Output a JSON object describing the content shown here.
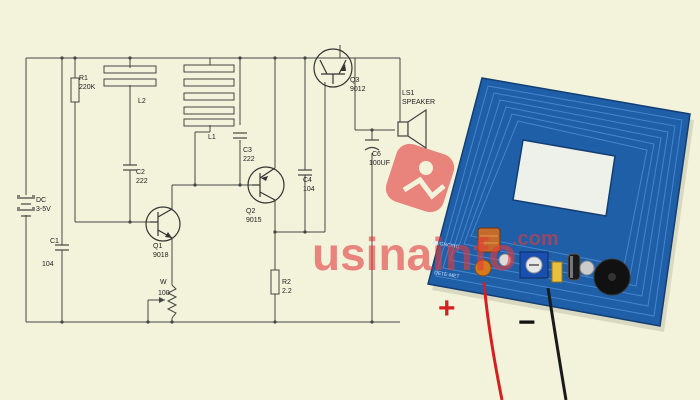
{
  "schematic": {
    "dc_source": {
      "name": "DC",
      "value": "3-5V"
    },
    "r1": {
      "name": "R1",
      "value": "220K"
    },
    "l2": {
      "name": "L2"
    },
    "l1": {
      "name": "L1"
    },
    "c2": {
      "name": "C2",
      "value": "222"
    },
    "c3": {
      "name": "C3",
      "value": "222"
    },
    "c1": {
      "name": "C1",
      "value": "104"
    },
    "c4": {
      "name": "C4",
      "value": "104"
    },
    "c6": {
      "name": "C6",
      "value": "100UF"
    },
    "q1": {
      "name": "Q1",
      "value": "9018"
    },
    "q2": {
      "name": "Q2",
      "value": "9015"
    },
    "q3": {
      "name": "Q3",
      "value": "9012"
    },
    "w": {
      "name": "W",
      "value": "100"
    },
    "r2": {
      "name": "R2",
      "value": "2.2"
    },
    "speaker": {
      "name": "LS1",
      "value": "SPEAKER"
    }
  },
  "photo": {
    "plus_label": "+",
    "minus_label": "−",
    "pcb_silk_1": "ALIGNCIRC",
    "pcb_silk_2": "DETE-MET"
  },
  "watermark": {
    "text": "usinainfo",
    "tld": ".com"
  },
  "colors": {
    "background": "#f3f3dc",
    "wire": "#444444",
    "pcb": "#1f5fa8",
    "watermark": "#e23b3b",
    "plus": "#d42020"
  }
}
